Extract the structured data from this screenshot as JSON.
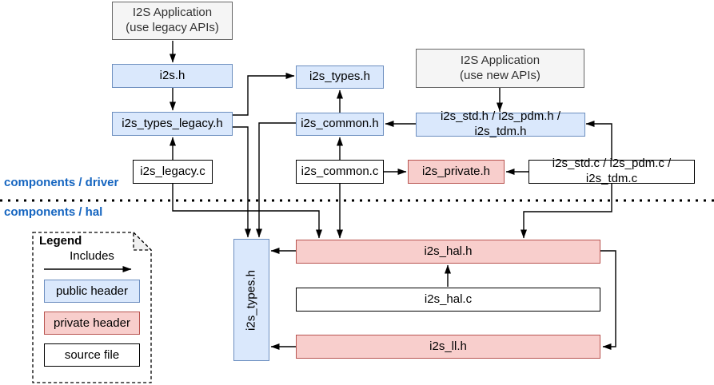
{
  "diagram": {
    "layers": {
      "driver_label": "components / driver",
      "hal_label": "components / hal"
    },
    "nodes": {
      "app_legacy": "I2S Application\n(use legacy APIs)",
      "app_new": "I2S Application\n(use new APIs)",
      "i2s_h": "i2s.h",
      "i2s_types_legacy_h": "i2s_types_legacy.h",
      "i2s_legacy_c": "i2s_legacy.c",
      "i2s_types_h": "i2s_types.h",
      "i2s_common_h": "i2s_common.h",
      "i2s_common_c": "i2s_common.c",
      "i2s_std_h": "i2s_std.h / i2s_pdm.h / i2s_tdm.h",
      "i2s_private_h": "i2s_private.h",
      "i2s_std_c": "i2s_std.c / i2s_pdm.c / i2s_tdm.c",
      "i2s_types_h_hal": "i2s_types.h",
      "i2s_hal_h": "i2s_hal.h",
      "i2s_hal_c": "i2s_hal.c",
      "i2s_ll_h": "i2s_ll.h"
    },
    "legend": {
      "title": "Legend",
      "includes_label": "Includes",
      "public_header": "public header",
      "private_header": "private header",
      "source_file": "source file"
    },
    "colors": {
      "public_header_fill": "#dae8fc",
      "public_header_stroke": "#6c8ebf",
      "private_header_fill": "#f8cecc",
      "private_header_stroke": "#b85450",
      "app_box_fill": "#f5f5f5",
      "app_box_stroke": "#666666",
      "layer_label_blue": "#1565c0",
      "connector_black": "#000000"
    }
  }
}
